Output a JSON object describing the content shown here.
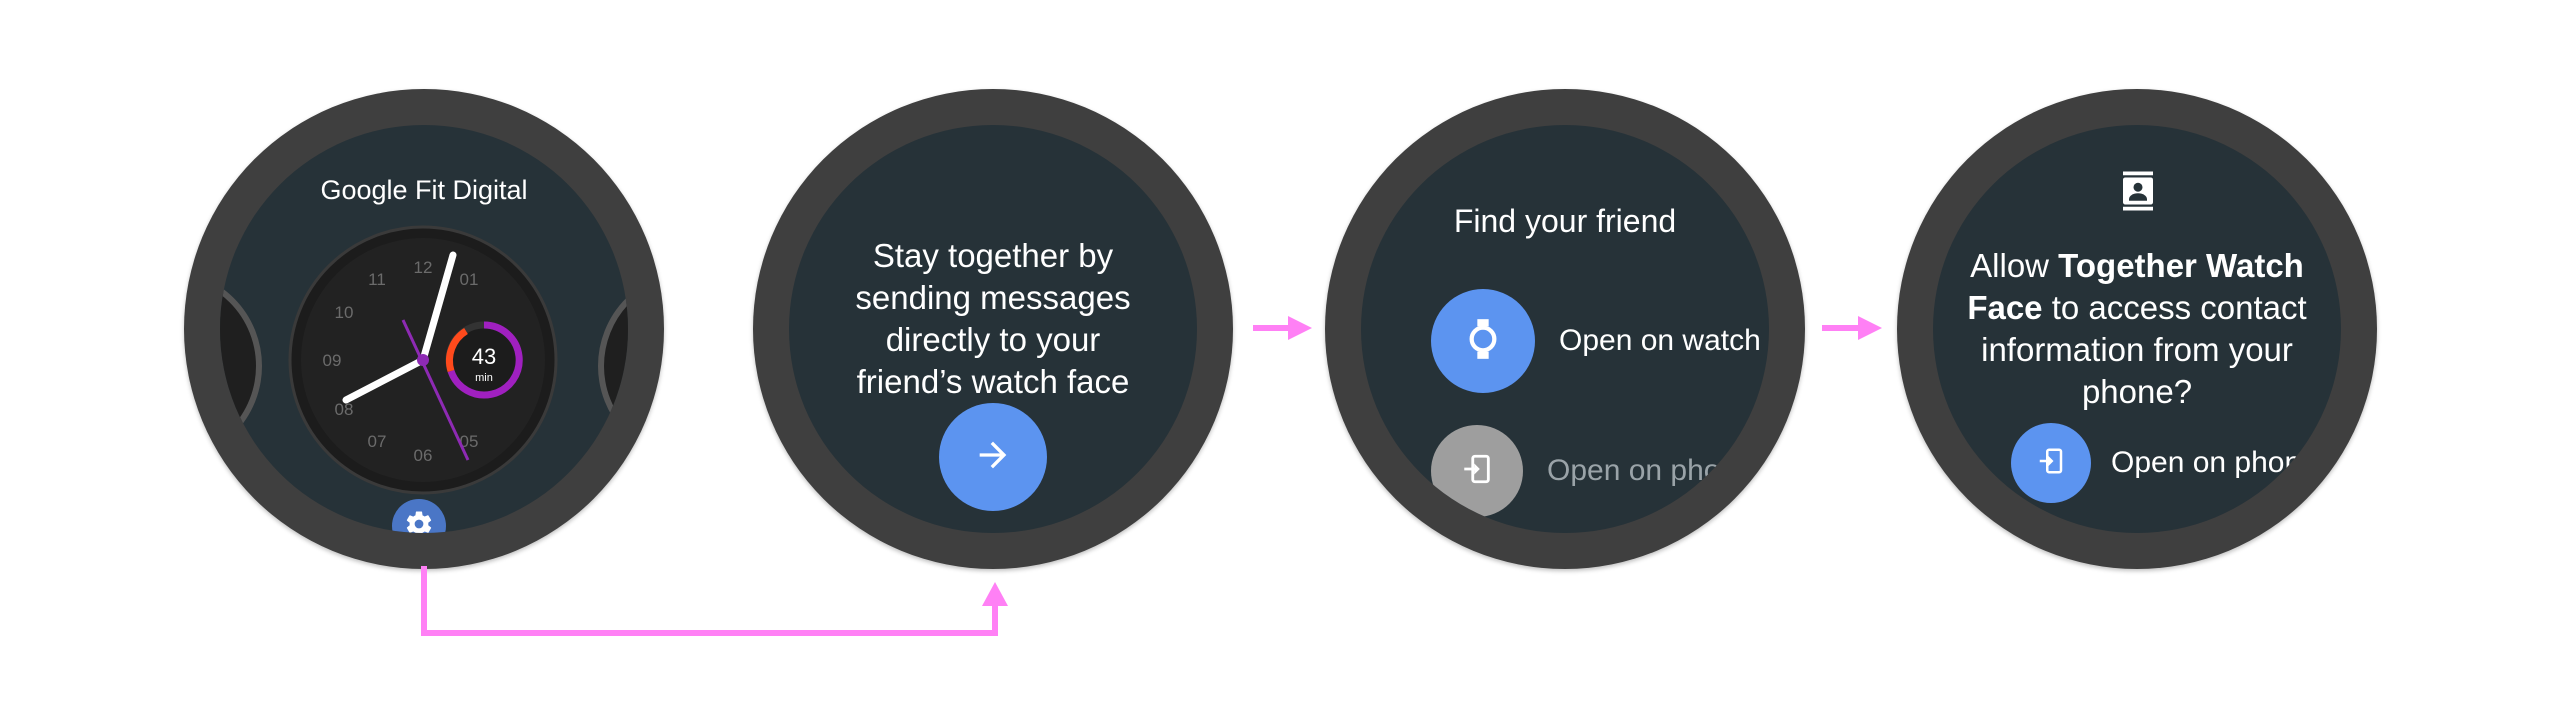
{
  "colors": {
    "arrow": "#ff80f5",
    "screen_bg": "#263238",
    "bezel": "#3f3f3f",
    "primary_button": "#5c94f0",
    "disabled_button": "#9e9e9e"
  },
  "watch1": {
    "title": "Google Fit Digital",
    "face": {
      "dial_numbers": [
        "12",
        "01",
        "11",
        "10",
        "09",
        "08",
        "07",
        "06",
        "05"
      ],
      "complication_value": "43",
      "complication_unit": "min"
    },
    "settings_icon": "gear-icon"
  },
  "watch2": {
    "lines": [
      "Stay together by",
      "sending messages",
      "directly to your",
      "friend’s watch face"
    ],
    "next_icon": "arrow-right-icon"
  },
  "watch3": {
    "title": "Find your friend",
    "option_watch": "Open on watch",
    "option_phone": "Open on phone"
  },
  "watch4": {
    "allow_prefix": "Allow ",
    "app_name_1": "Together Watch",
    "app_name_2": "Face",
    "line2_suffix": " to access contact",
    "line3": "information from your",
    "line4": "phone?",
    "option_phone": "Open on phone"
  }
}
